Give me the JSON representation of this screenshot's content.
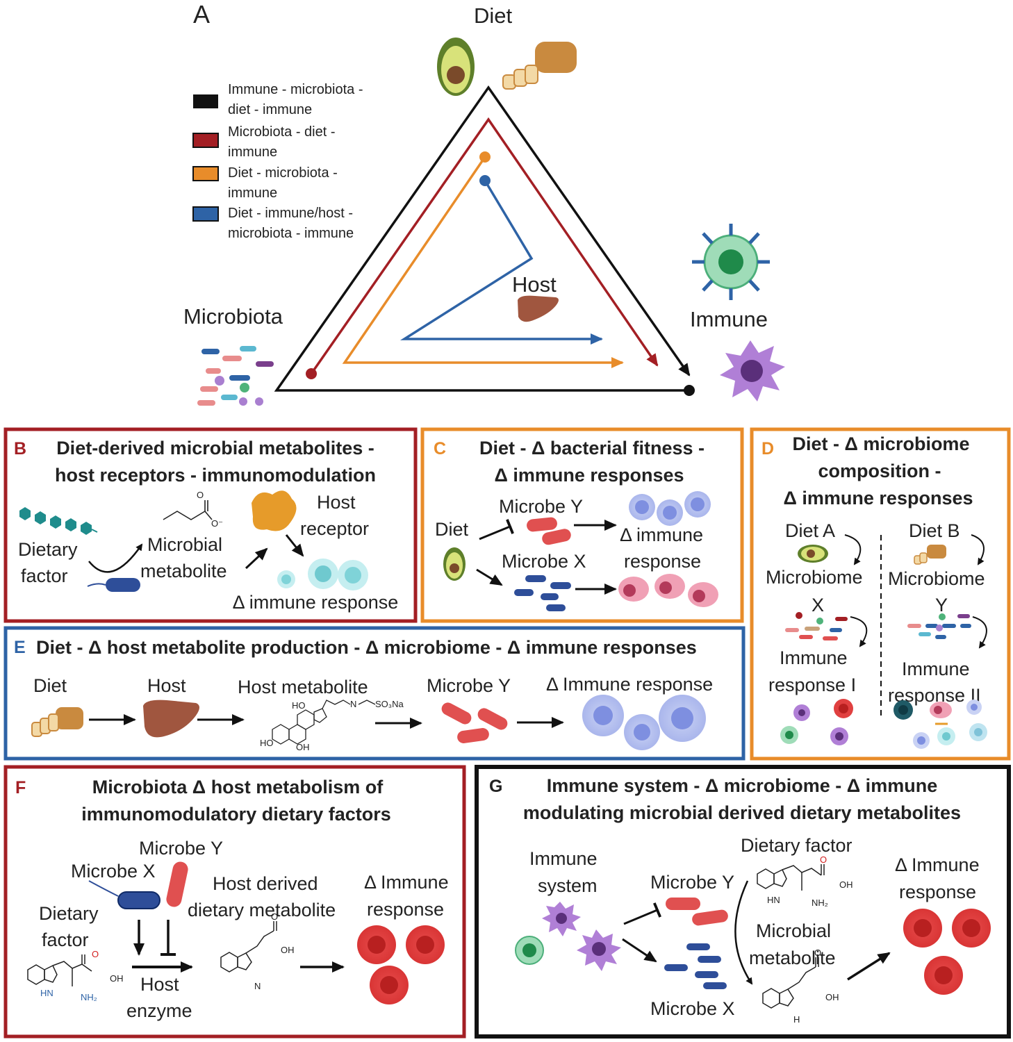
{
  "panel_a": {
    "letter": "A",
    "diet": "Diet",
    "microbiota": "Microbiota",
    "immune": "Immune",
    "host": "Host",
    "legend": [
      {
        "line1": "Immune - microbiota -",
        "line2": "diet - immune",
        "color": "#111111"
      },
      {
        "line1": "Microbiota - diet -",
        "line2": "immune",
        "color": "#a31f24"
      },
      {
        "line1": "Diet - microbiota -",
        "line2": "immune",
        "color": "#e88c2a"
      },
      {
        "line1": "Diet - immune/host -",
        "line2": "microbiota - immune",
        "color": "#2e63a6"
      }
    ]
  },
  "panel_b": {
    "letter": "B",
    "title1": "Diet-derived microbial metabolites -",
    "title2": "host receptors - immunomodulation",
    "dietary1": "Dietary",
    "dietary2": "factor",
    "metab1": "Microbial",
    "metab2": "metabolite",
    "receptor1": "Host",
    "receptor2": "receptor",
    "response": "Δ immune response"
  },
  "panel_c": {
    "letter": "C",
    "title1": "Diet - Δ bacterial fitness -",
    "title2": "Δ immune responses",
    "diet": "Diet",
    "microbe_y": "Microbe Y",
    "microbe_x": "Microbe X",
    "response1": "Δ immune",
    "response2": "response"
  },
  "panel_d": {
    "letter": "D",
    "title1": "Diet - Δ microbiome",
    "title2": "composition -",
    "title3": "Δ immune responses",
    "diet_a": "Diet A",
    "diet_b": "Diet B",
    "microbiome_a": "Microbiome",
    "microbiome_a2": "X",
    "microbiome_b": "Microbiome",
    "microbiome_b2": "Y",
    "resp_a1": "Immune",
    "resp_a2": "response I",
    "resp_b1": "Immune",
    "resp_b2": "response II"
  },
  "panel_e": {
    "letter": "E",
    "title": "Diet - Δ host metabolite production - Δ microbiome - Δ immune responses",
    "diet": "Diet",
    "host": "Host",
    "metabolite": "Host metabolite",
    "microbe": "Microbe Y",
    "response": "Δ Immune response"
  },
  "panel_f": {
    "letter": "F",
    "title1": "Microbiota Δ host metabolism of",
    "title2": "immunomodulatory dietary factors",
    "microbe_y": "Microbe Y",
    "microbe_x": "Microbe X",
    "dietary1": "Dietary",
    "dietary2": "factor",
    "hostderived1": "Host derived",
    "hostderived2": "dietary metabolite",
    "response1": "Δ Immune",
    "response2": "response",
    "enzyme1": "Host",
    "enzyme2": "enzyme"
  },
  "panel_g": {
    "letter": "G",
    "title1": "Immune system - Δ microbiome - Δ immune",
    "title2": "modulating microbial derived dietary metabolites",
    "immune1": "Immune",
    "immune2": "system",
    "dietary": "Dietary factor",
    "microbe_y": "Microbe Y",
    "microbe_x": "Microbe X",
    "metab1": "Microbial",
    "metab2": "metabolite",
    "response1": "Δ Immune",
    "response2": "response"
  },
  "colors": {
    "black": "#111111",
    "red": "#a31f24",
    "orange": "#e88c2a",
    "blue": "#2e63a6"
  }
}
